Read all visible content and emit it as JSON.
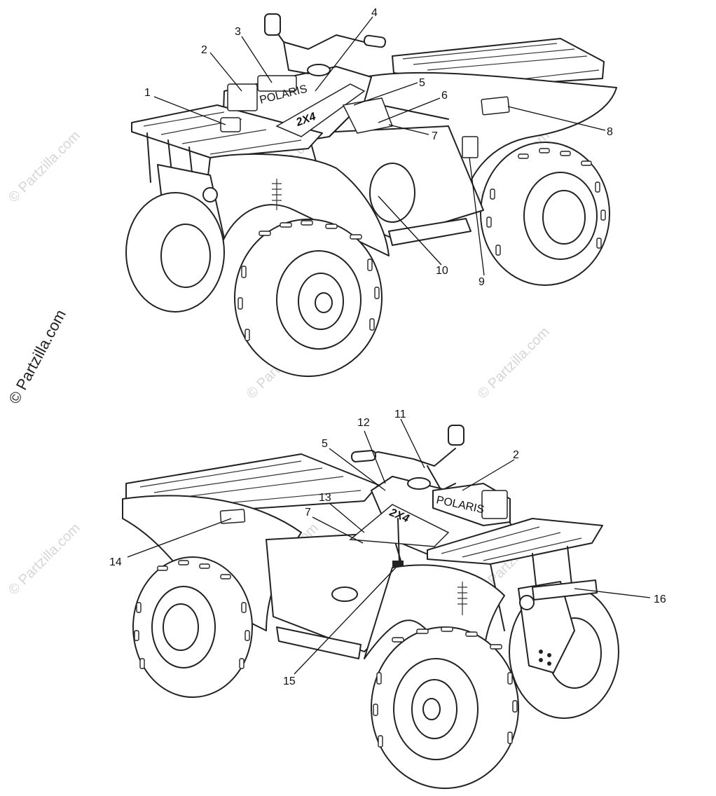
{
  "watermark": {
    "side_text": "© Partzilla.com",
    "tile_text": "© Partzilla.com"
  },
  "decal_text": {
    "model_top": "2X4",
    "model_bottom": "2X4",
    "brand_top": "POLARIS",
    "brand_bottom": "POLARIS"
  },
  "callouts": {
    "top": [
      "1",
      "2",
      "3",
      "4",
      "5",
      "6",
      "7",
      "8",
      "9",
      "10"
    ],
    "bottom": [
      "11",
      "12",
      "5",
      "2",
      "13",
      "7",
      "14",
      "16",
      "15"
    ]
  }
}
